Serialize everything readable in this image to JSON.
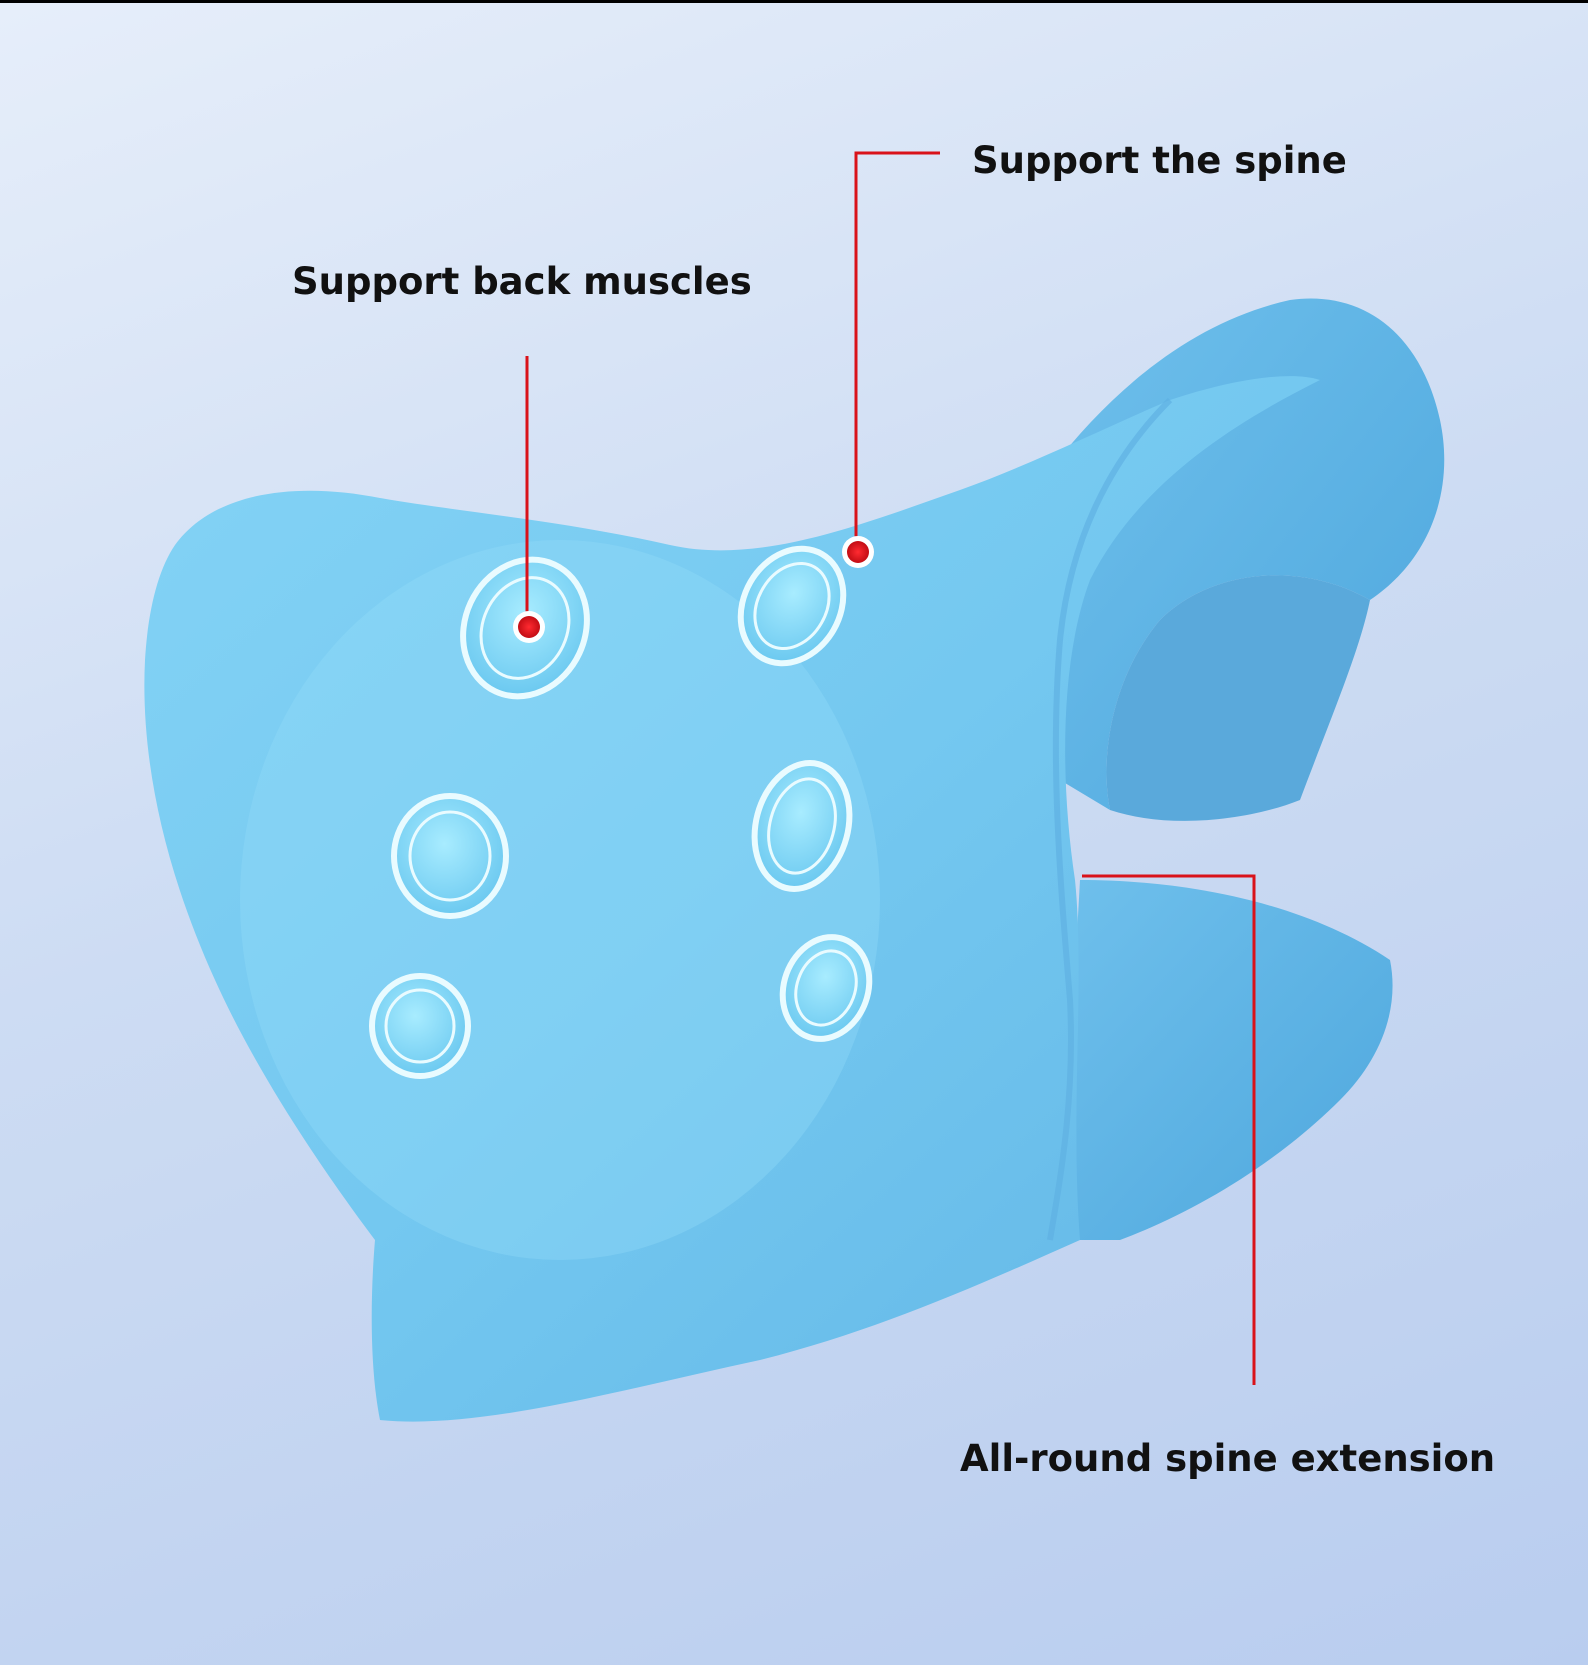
{
  "callouts": {
    "support_spine": "Support the spine",
    "support_back_muscles": "Support back muscles",
    "all_round_extension": "All-round spine extension"
  },
  "colors": {
    "pillow": "#72c4ee",
    "pillow_highlight": "#8ed8f6",
    "leader_line": "#d9121a",
    "leader_dot": "#e8111b",
    "massage_ring": "#e9fbff"
  },
  "product": "blue cervical traction pillow with six massage points"
}
